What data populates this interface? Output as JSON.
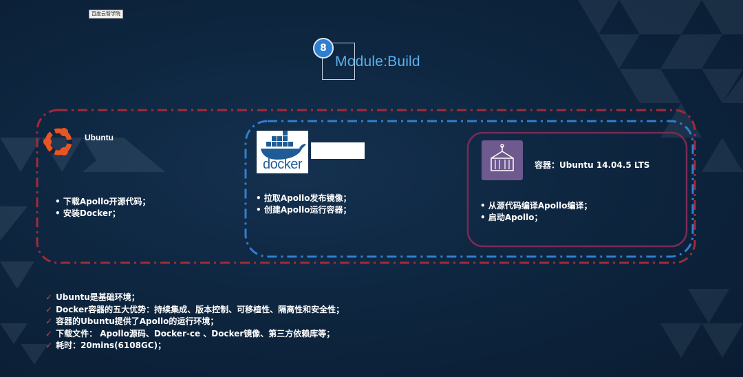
{
  "watermark": "百度云智学院",
  "module": {
    "number": "8",
    "title": "Module:Build"
  },
  "ubuntu": {
    "label": "Ubuntu",
    "items": [
      "• 下载Apollo开源代码；",
      "• 安装Docker；"
    ]
  },
  "docker": {
    "logo_text": "docker",
    "items": [
      "• 拉取Apollo发布镜像；",
      "• 创建Apollo运行容器；"
    ]
  },
  "container": {
    "label": "容器：Ubuntu 14.04.5 LTS",
    "items": [
      "•  从源代码编译Apollo编译；",
      "•  启动Apollo；"
    ]
  },
  "summary": [
    "Ubuntu是基础环境；",
    "Docker容器的五大优势：持续集成、版本控制、可移植性、隔离性和安全性；",
    "容器的Ubuntu提供了Apollo的运行环境；",
    "下载文件：  Apollo源码、Docker-ce 、Docker镜像、第三方依赖库等；",
    "耗时：20mins(6108GC)；"
  ],
  "colors": {
    "red_dash": "#a32a3a",
    "blue_dash": "#2f7fd0",
    "purple_border": "#7a2a55",
    "title_blue": "#5ab0f0"
  },
  "icons": [
    "ubuntu-logo-icon",
    "docker-whale-icon",
    "container-icon",
    "check-icon"
  ]
}
